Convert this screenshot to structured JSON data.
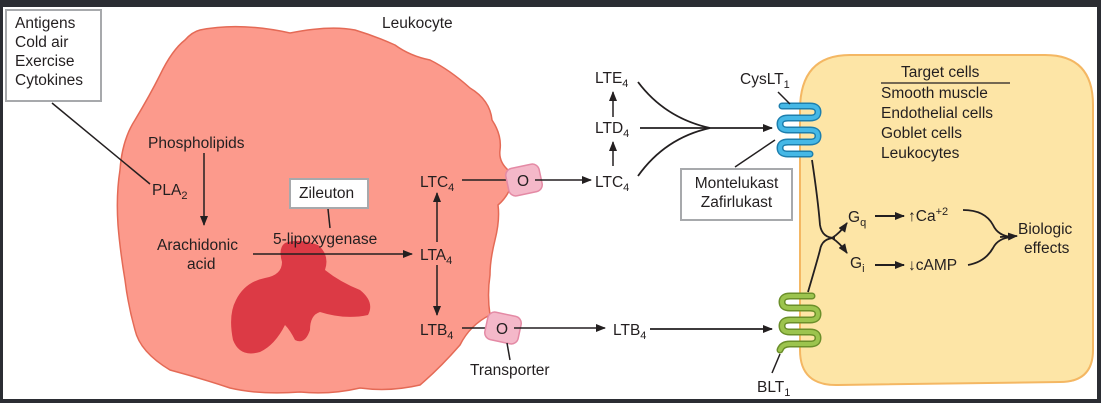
{
  "title": "Leukocyte",
  "triggers_box": {
    "items": [
      "Antigens",
      "Cold air",
      "Exercise",
      "Cytokines"
    ]
  },
  "leukocyte": {
    "phospholipids": "Phospholipids",
    "pla2": {
      "base": "PLA",
      "sub": "2"
    },
    "arachidonic": [
      "Arachidonic",
      "acid"
    ],
    "enzyme": "5-lipoxygenase",
    "inhibitor_box": "Zileuton",
    "lta4": {
      "base": "LTA",
      "sub": "4"
    },
    "ltc4": {
      "base": "LTC",
      "sub": "4"
    },
    "ltb4": {
      "base": "LTB",
      "sub": "4"
    },
    "transporter_symbol": "O",
    "transporter_label": "Transporter"
  },
  "extracellular": {
    "ltc4": {
      "base": "LTC",
      "sub": "4"
    },
    "ltd4": {
      "base": "LTD",
      "sub": "4"
    },
    "lte4": {
      "base": "LTE",
      "sub": "4"
    },
    "ltb4": {
      "base": "LTB",
      "sub": "4"
    },
    "antagonist_box": [
      "Montelukast",
      "Zafirlukast"
    ]
  },
  "receptors": {
    "cyslt1": {
      "base": "CysLT",
      "sub": "1",
      "color": "#29a3d6"
    },
    "blt1": {
      "base": "BLT",
      "sub": "1",
      "color": "#8cb23f"
    }
  },
  "target_cell": {
    "heading": "Target cells",
    "items": [
      "Smooth muscle",
      "Endothelial cells",
      "Goblet cells",
      "Leukocytes"
    ],
    "gq": {
      "base": "G",
      "sub": "q"
    },
    "gi": {
      "base": "G",
      "sub": "i"
    },
    "ca": {
      "prefix": "↑Ca",
      "sup": "+2"
    },
    "camp": "↓cAMP",
    "effects": [
      "Biologic",
      "effects"
    ]
  },
  "colors": {
    "cell_fill": "#fc9a8c",
    "cell_stroke": "#e46a56",
    "nucleus": "#dc3a45",
    "target_fill": "#fde5a6",
    "target_stroke": "#f4b763",
    "transporter_fill": "#f4b8c9",
    "transporter_stroke": "#e48aa5"
  }
}
